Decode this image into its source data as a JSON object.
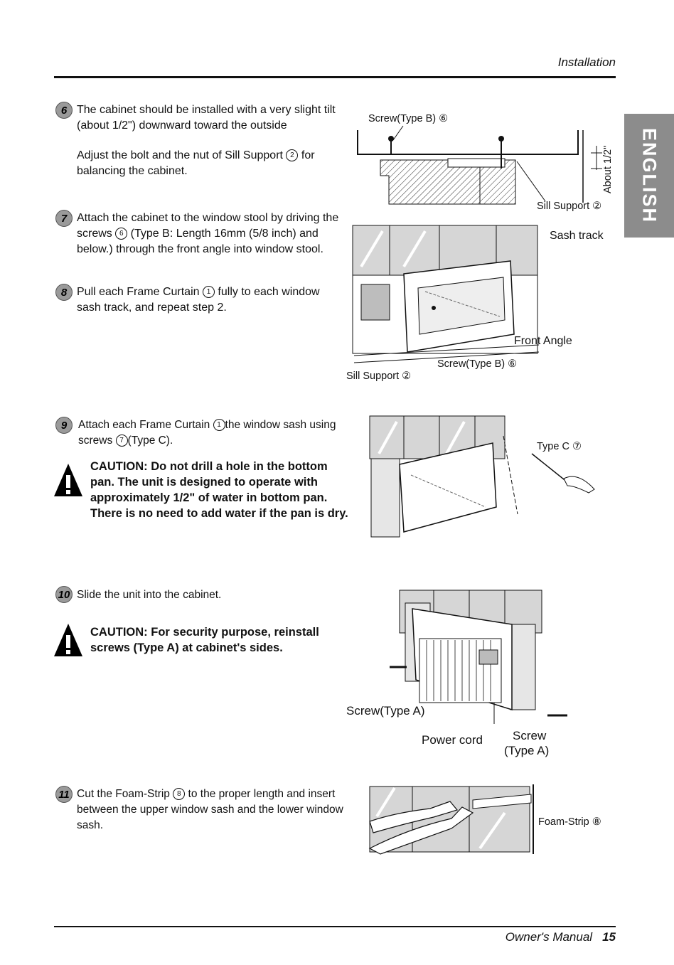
{
  "header": {
    "section": "Installation"
  },
  "tab": {
    "language": "ENGLISH"
  },
  "steps": {
    "s6": {
      "num": "6",
      "p1": "The cabinet should be installed with a very slight tilt (about 1/2\") downward toward the outside",
      "p2a": "Adjust the bolt and the nut of Sill Support ",
      "p2ref": "2",
      "p2b": "for balancing the cabinet."
    },
    "s7": {
      "num": "7",
      "a": "Attach the cabinet to the window stool by driving the screws ",
      "ref": "6",
      "b": " (Type B: Length 16mm (5/8 inch) and below.) through the front angle into window stool."
    },
    "s8": {
      "num": "8",
      "a": "Pull each Frame Curtain ",
      "ref": "1",
      "b": " fully to each window sash track, and repeat step 2."
    },
    "s9": {
      "num": "9",
      "a": "Attach each Frame Curtain ",
      "ref1": "1",
      "b": "the window sash using screws ",
      "ref2": "7",
      "c": "(Type C)."
    },
    "s10": {
      "num": "10",
      "text": "Slide the unit into the cabinet."
    },
    "s11": {
      "num": "11",
      "a": "Cut the Foam-Strip ",
      "ref": "8",
      "b": " to the proper length and insert between the upper window sash and the lower window sash."
    }
  },
  "cautions": {
    "c1": "CAUTION: Do not drill a hole in the bottom pan. The unit is designed to operate with approximately 1/2\" of water in bottom pan. There is no need to add water if the pan is dry.",
    "c2": "CAUTION: For security purpose, reinstall screws (Type A) at cabinet's sides."
  },
  "figure_labels": {
    "f1_screw": "Screw(Type B) ⑥",
    "f1_about": "About 1/2\"",
    "f1_sill": "Sill Support ②",
    "f2_sash": "Sash track",
    "f2_front": "Front Angle",
    "f2_screw": "Screw(Type B) ⑥",
    "f2_sill": "Sill Support ②",
    "f3_typec": "Type C ⑦",
    "f4_screwa": "Screw(Type A)",
    "f4_power": "Power cord",
    "f4_screw": "Screw",
    "f4_typea": "(Type A)",
    "f5_foam": "Foam-Strip ⑧"
  },
  "footer": {
    "title": "Owner's Manual",
    "page": "15"
  }
}
